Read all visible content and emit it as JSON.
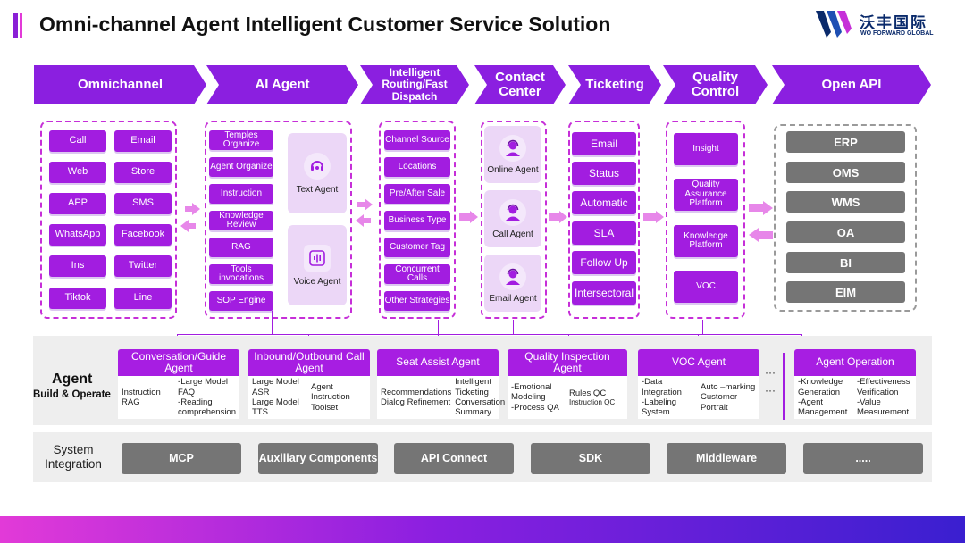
{
  "header": {
    "title": "Omni-channel Agent Intelligent Customer Service Solution",
    "logo_cn": "沃丰国际",
    "logo_en": "WO FORWARD GLOBAL"
  },
  "arrows": [
    "Omnichannel",
    "AI Agent",
    "Intelligent Routing/Fast Dispatch",
    "Contact Center",
    "Ticketing",
    "Quality Control",
    "Open API"
  ],
  "omnichannel": [
    "Call",
    "Email",
    "Web",
    "Store",
    "APP",
    "SMS",
    "WhatsApp",
    "Facebook",
    "Ins",
    "Twitter",
    "Tiktok",
    "Line"
  ],
  "ai_agent": {
    "items": [
      "Temples Organize",
      "Agent Organize",
      "Instruction",
      "Knowledge Review",
      "RAG",
      "Tools invocations",
      "SOP Engine"
    ],
    "text_agent": "Text Agent",
    "voice_agent": "Voice Agent"
  },
  "routing": [
    "Channel Source",
    "Locations",
    "Pre/After Sale",
    "Business Type",
    "Customer Tag",
    "Concurrent Calls",
    "Other Strategies"
  ],
  "contact_center": [
    "Online Agent",
    "Call Agent",
    "Email Agent"
  ],
  "ticketing": [
    "Email",
    "Status",
    "Automatic",
    "SLA",
    "Follow Up",
    "Intersectoral"
  ],
  "quality": [
    "Insight",
    "Quality Assurance Platform",
    "Knowledge Platform",
    "VOC"
  ],
  "open_api": [
    "ERP",
    "OMS",
    "WMS",
    "OA",
    "BI",
    "EIM"
  ],
  "agent_build": {
    "label": "Agent",
    "sublabel": "Build & Operate",
    "ellipsis": "···",
    "modules": [
      {
        "title": "Conversation/Guide Agent",
        "c1": [
          "Instruction",
          "RAG"
        ],
        "c2": [
          "-Large Model FAQ",
          "-Reading comprehension"
        ]
      },
      {
        "title": "Inbound/Outbound Call Agent",
        "c1": [
          "Large Model ASR",
          "Large Model TTS"
        ],
        "c2": [
          "Agent Instruction Toolset"
        ]
      },
      {
        "title": "Seat Assist Agent",
        "c1": [
          "Recommendations",
          "Dialog Refinement"
        ],
        "c2": [
          "Intelligent Ticketing Conversation Summary"
        ]
      },
      {
        "title": "Quality Inspection Agent",
        "c1": [
          "-Emotional Modeling",
          "-Process QA"
        ],
        "c2": [
          "Rules QC",
          "Instruction QC"
        ]
      },
      {
        "title": "VOC Agent",
        "c1": [
          "-Data Integration",
          "-Labeling System"
        ],
        "c2": [
          "Auto –marking",
          "Customer Portrait"
        ]
      },
      {
        "title": "Agent Operation",
        "c1": [
          "-Knowledge Generation",
          "-Agent Management"
        ],
        "c2": [
          "-Effectiveness Verification",
          "-Value Measurement"
        ]
      }
    ]
  },
  "system": {
    "label": "System Integration",
    "items": [
      "MCP",
      "Auxiliary Components",
      "API Connect",
      "SDK",
      "Middleware",
      "....."
    ]
  }
}
